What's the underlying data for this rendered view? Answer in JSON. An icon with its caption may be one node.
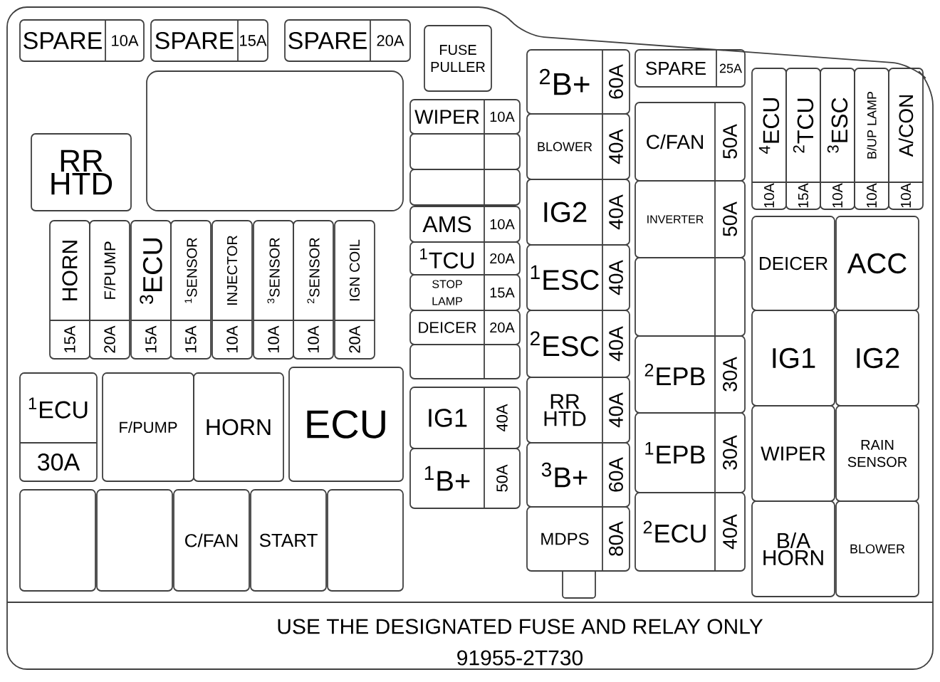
{
  "diagram": {
    "nodes": [
      {
        "text": [
          "SPARE",
          "10A"
        ]
      },
      {
        "text": [
          "SPARE",
          "15A"
        ]
      },
      {
        "text": [
          "SPARE",
          "20A"
        ]
      },
      {
        "text": [
          "FUSE PULLER"
        ]
      },
      {
        "text": [],
        "shape": "box"
      },
      {
        "text": [
          "RR HTD"
        ]
      },
      {
        "text": [
          "HORN",
          "15A"
        ]
      },
      {
        "text": [
          "F/PUMP",
          "20A"
        ]
      },
      {
        "text": [
          "$^{3}$ECU",
          "15A"
        ]
      },
      {
        "text": [
          "$^{1}$SENSOR",
          "15A"
        ]
      },
      {
        "text": [
          "INJECTOR",
          "10A"
        ]
      },
      {
        "text": [
          "$^{3}$SENSOR",
          "10A"
        ]
      },
      {
        "text": [
          "$^{2}$SENSOR",
          "10A"
        ]
      },
      {
        "text": [
          "IGN COIL",
          "20A"
        ]
      },
      {
        "text": [
          "$^{1}$ECU",
          "30A"
        ]
      },
      {
        "text": [
          "F/PUMP"
        ]
      },
      {
        "text": [
          "HORN"
        ]
      },
      {
        "text": [
          "ECU"
        ]
      },
      {
        "text": [],
        "shape": "box"
      },
      {
        "text": [],
        "shape": "box"
      },
      {
        "text": [
          "C/FAN"
        ]
      },
      {
        "text": [
          "START"
        ]
      },
      {
        "text": [],
        "shape": "box"
      },
      {
        "text": [
          "WIPER",
          "10A"
        ]
      },
      {
        "text": [],
        "shape": "box"
      },
      {
        "text": [],
        "shape": "box"
      },
      {
        "text": [
          "AMS",
          "10A"
        ]
      },
      {
        "text": [
          "$^{1}$TCU",
          "20A"
        ]
      },
      {
        "text": [
          "STOP LAMP",
          "15A"
        ]
      },
      {
        "text": [
          "DEICER",
          "20A"
        ]
      },
      {
        "text": [],
        "shape": "box"
      },
      {
        "text": [
          "IG1",
          "40A"
        ]
      },
      {
        "text": [
          "$^{1}$B+",
          "50A"
        ]
      },
      {
        "text": [
          "$^{2}$B+",
          "60A"
        ]
      },
      {
        "text": [
          "BLOWER",
          "40A"
        ]
      },
      {
        "text": [
          "IG2",
          "40A"
        ]
      },
      {
        "text": [
          "$^{1}$ESC",
          "40A"
        ]
      },
      {
        "text": [
          "$^{2}$ESC",
          "40A"
        ]
      },
      {
        "text": [
          "RR HTD",
          "40A"
        ]
      },
      {
        "text": [
          "$^{3}$B+",
          "60A"
        ]
      },
      {
        "text": [
          "MDPS",
          "80A"
        ]
      },
      {
        "text": [
          "SPARE",
          "25A"
        ]
      },
      {
        "text": [
          "C/FAN",
          "50A"
        ]
      },
      {
        "text": [
          "INVERTER",
          "50A"
        ]
      },
      {
        "text": [],
        "shape": "box"
      },
      {
        "text": [
          "$^{2}$EPB",
          "30A"
        ]
      },
      {
        "text": [
          "$^{1}$EPB",
          "30A"
        ]
      },
      {
        "text": [
          "$^{2}$ECU",
          "40A"
        ]
      },
      {
        "text": [
          "$^{4}$ECU",
          "10A"
        ]
      },
      {
        "text": [
          "$^{2}$TCU",
          "15A"
        ]
      },
      {
        "text": [
          "$^{3}$ESC",
          "10A"
        ]
      },
      {
        "text": [
          "B/UP LAMP",
          "10A"
        ]
      },
      {
        "text": [
          "A/CON",
          "10A"
        ]
      },
      {
        "text": [
          "DEICER"
        ]
      },
      {
        "text": [
          "ACC"
        ]
      },
      {
        "text": [
          "IG1"
        ]
      },
      {
        "text": [
          "IG2"
        ]
      },
      {
        "text": [
          "WIPER"
        ]
      },
      {
        "text": [
          "RAIN SENSOR"
        ]
      },
      {
        "text": [
          "B/A HORN"
        ]
      },
      {
        "text": [
          "BLOWER"
        ]
      }
    ],
    "labels": [
      "USE THE DESIGNATED FUSE AND RELAY ONLY",
      "91955-2T730"
    ]
  }
}
